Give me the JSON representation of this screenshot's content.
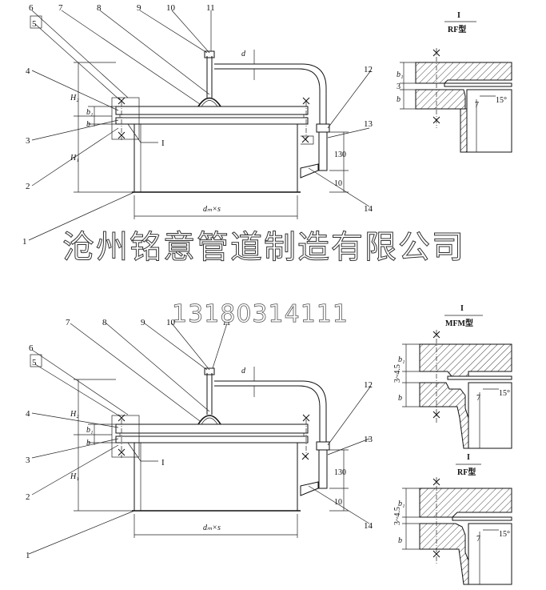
{
  "watermark": {
    "company": "沧州铭意管道制造有限公司",
    "phone": "13180314111"
  },
  "top": {
    "callouts": [
      "1",
      "2",
      "3",
      "4",
      "5",
      "6",
      "7",
      "8",
      "9",
      "10",
      "11",
      "12",
      "13",
      "14"
    ],
    "detail_ref": "I",
    "dims": {
      "d": "d",
      "H2": "H₂",
      "H1": "H₁",
      "b1": "b₁",
      "b": "b",
      "dw": "dₘ×s",
      "n130": "130",
      "n10": "10"
    },
    "detail": {
      "title": "I",
      "type": "RF型",
      "b1": "b₁",
      "n3": "3",
      "b": "b",
      "n7": "7",
      "angle": "15°"
    }
  },
  "bottom": {
    "callouts": [
      "1",
      "2",
      "3",
      "4",
      "5",
      "6",
      "7",
      "8",
      "9",
      "10",
      "11",
      "12",
      "13",
      "14"
    ],
    "detail_ref": "I",
    "dims": {
      "d": "d",
      "H2": "H₂",
      "H1": "H₁",
      "b1": "b₁",
      "b": "b",
      "dw": "dₘ×s",
      "n130": "130",
      "n10": "10"
    },
    "detail_mfm": {
      "title": "I",
      "type": "MFM型",
      "b1": "b₁",
      "gap": "3~4.5",
      "b": "b",
      "n7": "7",
      "angle": "15°"
    },
    "detail_rf": {
      "title": "I",
      "type": "RF型",
      "b1": "b₁",
      "gap": "3~4.5",
      "b": "b",
      "n7": "7",
      "angle": "15°"
    }
  }
}
